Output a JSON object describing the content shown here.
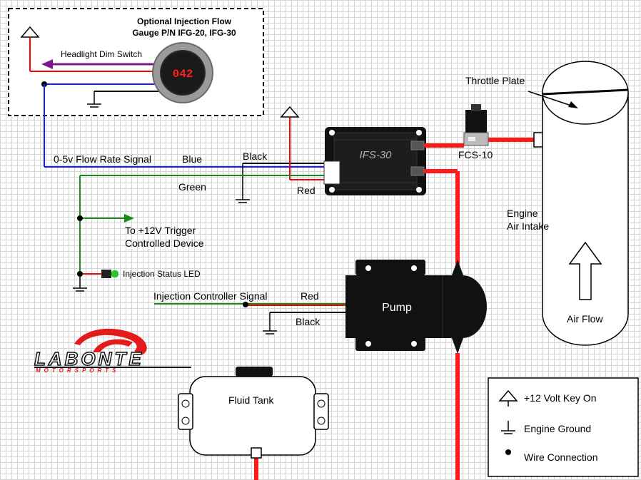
{
  "colors": {
    "red_wire": "#ff0000",
    "blue_wire": "#1a1aff",
    "green_wire": "#1a8a1a",
    "purple_wire": "#7a1a8a",
    "fluid_line": "#ff1a1a",
    "logo_red": "#e31b1b"
  },
  "gauge": {
    "title_line1": "Optional Injection Flow",
    "title_line2": "Gauge P/N IFG-20, IFG-30",
    "display": "042",
    "headlight_label": "Headlight Dim Switch"
  },
  "wires": {
    "flow_signal": "0-5v Flow Rate Signal",
    "blue": "Blue",
    "black": "Black",
    "green": "Green",
    "red": "Red",
    "trigger_line1": "To +12V Trigger",
    "trigger_line2": "Controlled Device",
    "led": "Injection Status LED",
    "controller_signal": "Injection Controller Signal",
    "pump_red": "Red",
    "pump_black": "Black"
  },
  "controller": {
    "name": "IFS-30"
  },
  "valve": {
    "name": "FCS-10"
  },
  "intake": {
    "throttle": "Throttle Plate",
    "engine_line1": "Engine",
    "engine_line2": "Air Intake",
    "airflow": "Air Flow"
  },
  "pump": {
    "label": "Pump"
  },
  "tank": {
    "label": "Fluid Tank"
  },
  "logo": {
    "name": "LABONTE",
    "sub": "MOTORSPORTS"
  },
  "legend": {
    "key_on": "+12 Volt Key On",
    "ground": "Engine Ground",
    "connection": "Wire Connection"
  }
}
